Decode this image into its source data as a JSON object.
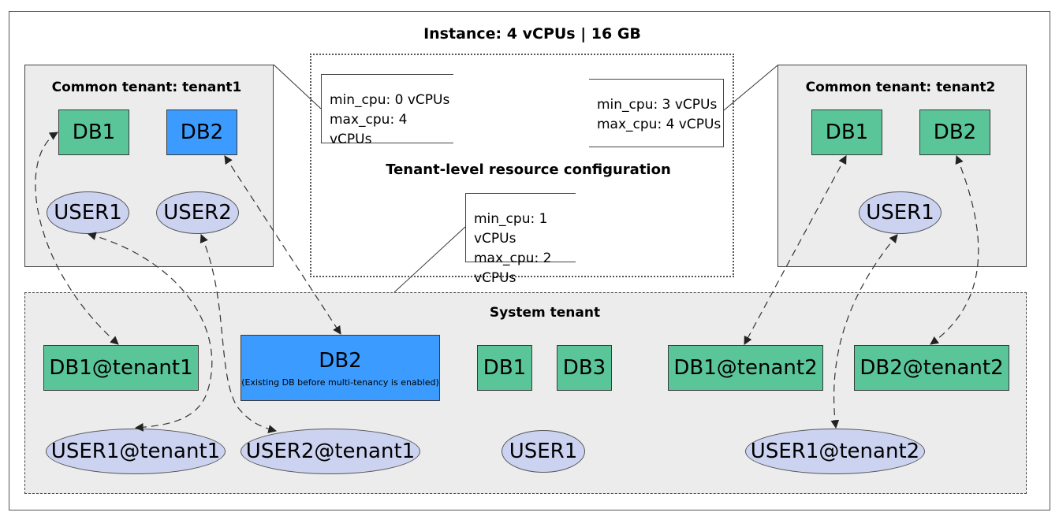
{
  "instance_title": "Instance: 4 vCPUs | 16 GB",
  "resource_config_title": "Tenant-level resource configuration",
  "resource_configs": [
    {
      "min": "min_cpu: 0 vCPUs",
      "max": "max_cpu: 4 vCPUs"
    },
    {
      "min": "min_cpu: 3 vCPUs",
      "max": "max_cpu: 4 vCPUs"
    },
    {
      "min": "min_cpu: 1 vCPUs",
      "max": "max_cpu: 2 vCPUs"
    }
  ],
  "tenant1": {
    "title": "Common tenant: tenant1",
    "db1": "DB1",
    "db2": "DB2",
    "user1": "USER1",
    "user2": "USER2"
  },
  "tenant2": {
    "title": "Common tenant: tenant2",
    "db1": "DB1",
    "db2": "DB2",
    "user1": "USER1"
  },
  "system_tenant": {
    "title": "System tenant",
    "db1_tenant1": "DB1@tenant1",
    "db2": "DB2",
    "db2_note": "(Existing DB before multi-tenancy is enabled)",
    "db1": "DB1",
    "db3": "DB3",
    "db1_tenant2": "DB1@tenant2",
    "db2_tenant2": "DB2@tenant2",
    "user1_tenant1": "USER1@tenant1",
    "user2_tenant1": "USER2@tenant1",
    "user1": "USER1",
    "user1_tenant2": "USER1@tenant2"
  },
  "colors": {
    "db_green": "#5bc59a",
    "db_blue": "#3b9bff",
    "user_fill": "#ccd3f0",
    "tenant_fill": "#ececec"
  }
}
